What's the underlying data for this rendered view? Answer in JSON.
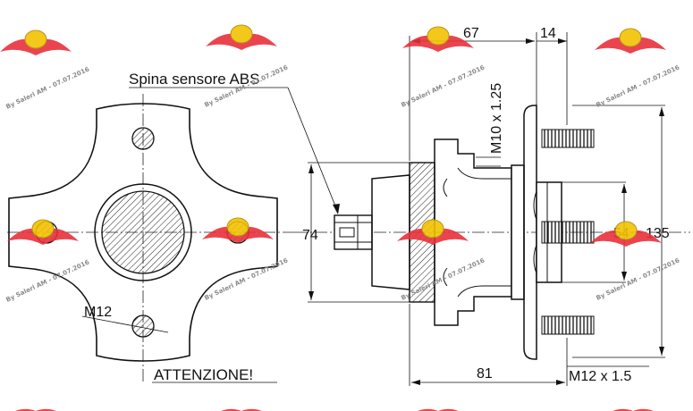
{
  "labels": {
    "abs_sensor": "Spina sensore ABS",
    "thread_m12": "M12",
    "attention": "ATTENZIONE!",
    "thread_m10": "M10 x 1.25",
    "stud_thread": "M12 x 1.5"
  },
  "dimensions": {
    "d67": "67",
    "d14": "14",
    "d74": "74",
    "d54": "54",
    "d135": "135",
    "d81": "81"
  },
  "watermark": {
    "text": "By Saleri AM - 07.07.2016",
    "logo_color": "#e8303a",
    "badge_color": "#f2c200"
  }
}
